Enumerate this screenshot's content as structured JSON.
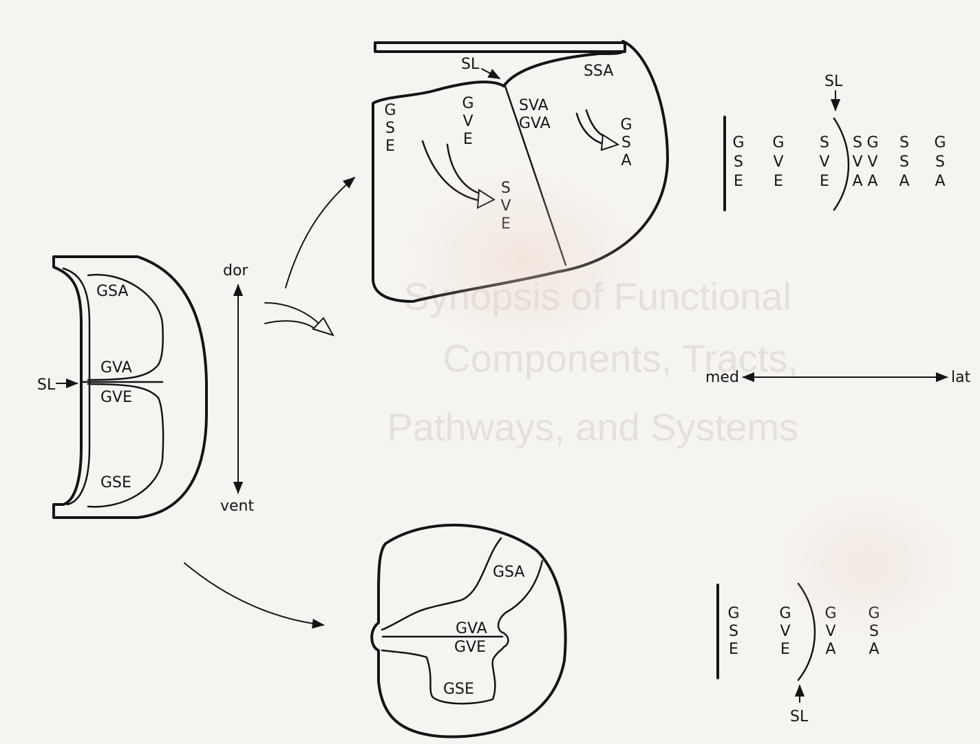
{
  "ghost_text": [
    "Synopsis of Functional",
    "Components, Tracts,",
    "Pathways, and Systems"
  ],
  "neural_tube": {
    "labels": [
      "GSA",
      "GVA",
      "GVE",
      "GSE"
    ],
    "sulcus": "SL"
  },
  "axes": {
    "dor": "dor",
    "vent": "vent",
    "med": "med",
    "lat": "lat"
  },
  "brainstem": {
    "sulcus": "SL",
    "ssa": "SSA",
    "sva": "SVA",
    "gva": "GVA",
    "gse": [
      "G",
      "S",
      "E"
    ],
    "gve": [
      "G",
      "V",
      "E"
    ],
    "sve": [
      "S",
      "V",
      "E"
    ],
    "gsa": [
      "G",
      "S",
      "A"
    ]
  },
  "brainstem_columns": {
    "sulcus": "SL",
    "columns": [
      [
        "G",
        "S",
        "E"
      ],
      [
        "G",
        "V",
        "E"
      ],
      [
        "S",
        "V",
        "E"
      ],
      [
        "S",
        "V",
        "A"
      ],
      [
        "G",
        "V",
        "A"
      ],
      [
        "S",
        "S",
        "A"
      ],
      [
        "G",
        "S",
        "A"
      ]
    ]
  },
  "spinal_cord": {
    "labels": [
      "GSA",
      "GVA",
      "GVE",
      "GSE"
    ]
  },
  "spinal_columns": {
    "sulcus": "SL",
    "columns": [
      [
        "G",
        "S",
        "E"
      ],
      [
        "G",
        "V",
        "E"
      ],
      [
        "G",
        "V",
        "A"
      ],
      [
        "G",
        "S",
        "A"
      ]
    ]
  }
}
